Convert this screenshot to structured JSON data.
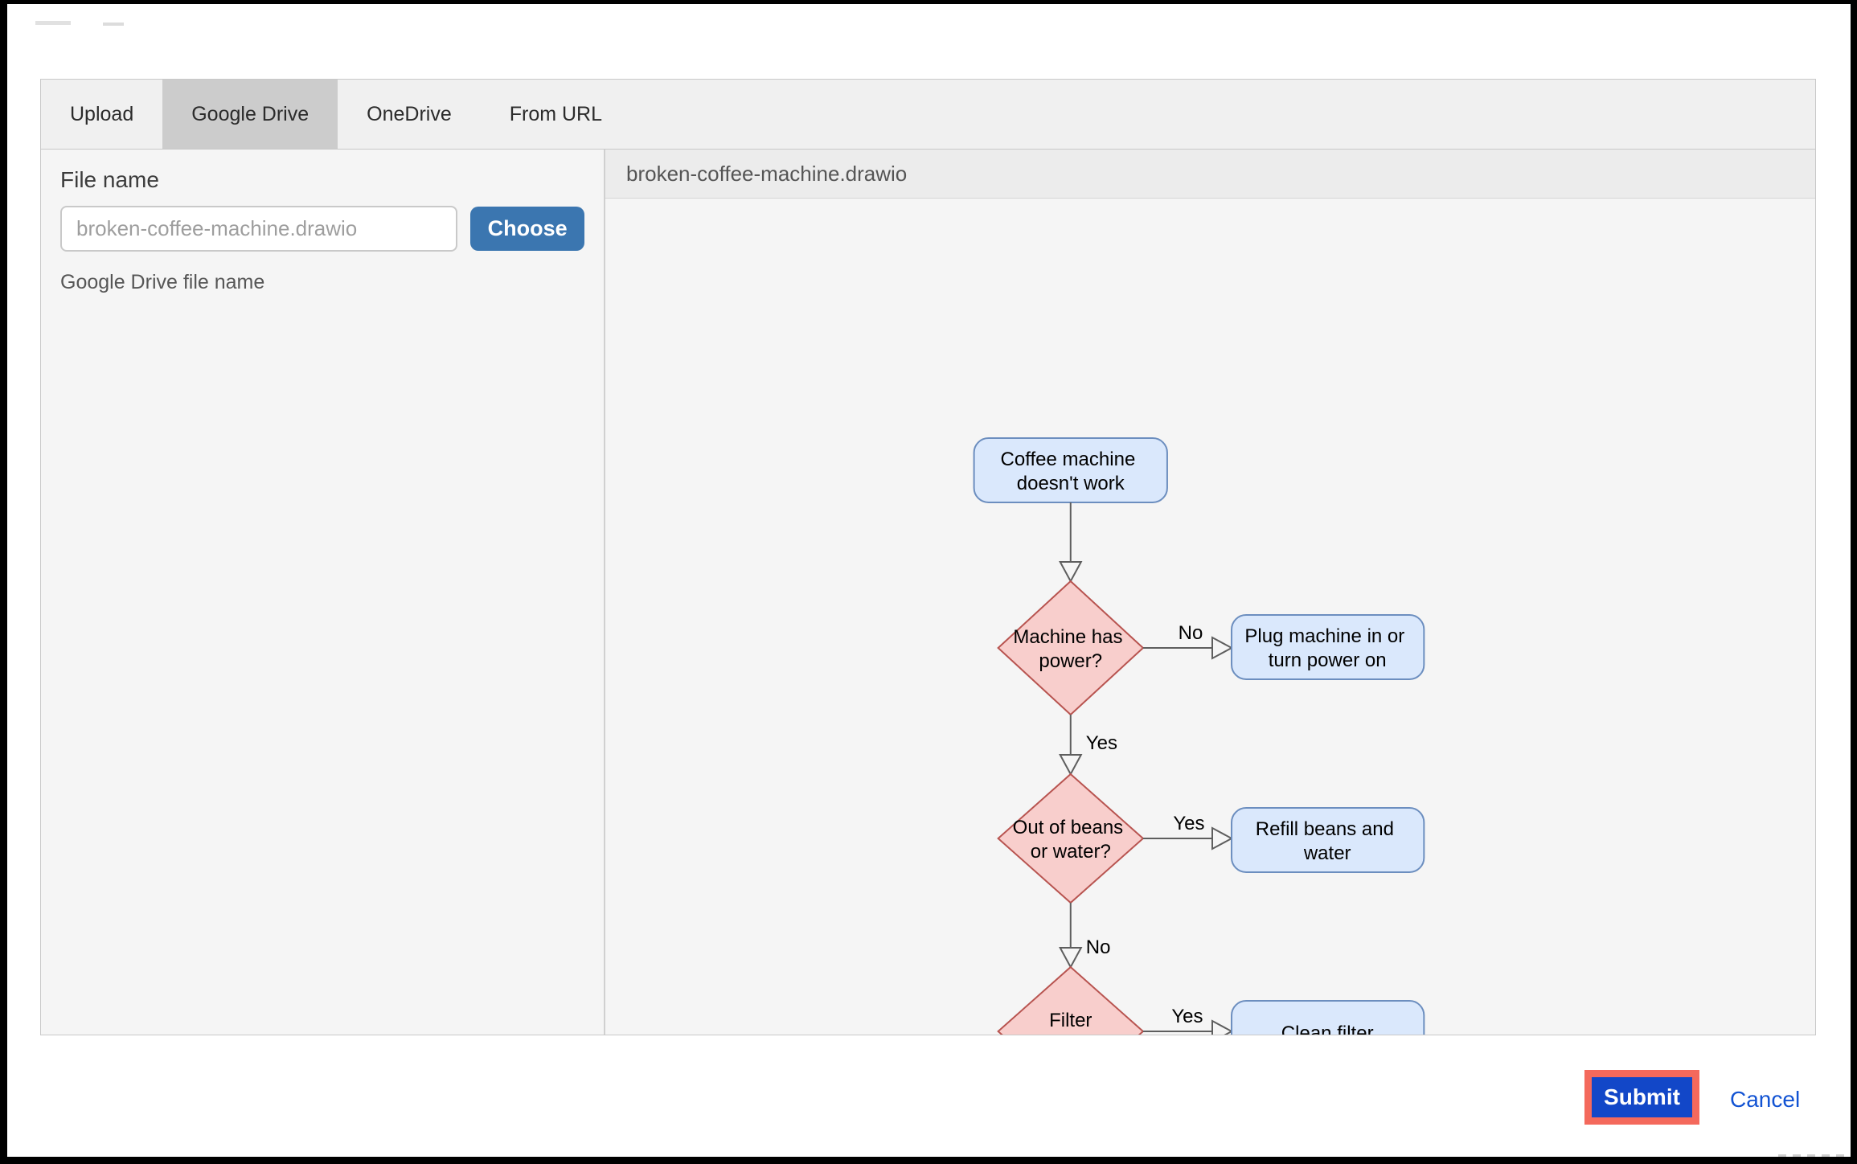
{
  "dialog": {
    "tabs": [
      {
        "label": "Upload",
        "selected": false
      },
      {
        "label": "Google Drive",
        "selected": true
      },
      {
        "label": "OneDrive",
        "selected": false
      },
      {
        "label": "From URL",
        "selected": false
      }
    ],
    "left_panel": {
      "file_name_label": "File name",
      "file_input": {
        "value": "",
        "placeholder": "broken-coffee-machine.drawio"
      },
      "choose_button_label": "Choose",
      "helper_text": "Google Drive file name"
    },
    "preview": {
      "filename": "broken-coffee-machine.drawio"
    }
  },
  "footer": {
    "submit_label": "Submit",
    "cancel_label": "Cancel"
  },
  "flowchart": {
    "nodes": [
      {
        "id": "start",
        "shape": "rounded-rect",
        "color": "blue",
        "lines": [
          "Coffee machine",
          "doesn't work"
        ]
      },
      {
        "id": "machine-has-power",
        "shape": "diamond",
        "color": "red",
        "lines": [
          "Machine has",
          "power?"
        ]
      },
      {
        "id": "plug-machine-in",
        "shape": "rounded-rect",
        "color": "blue",
        "lines": [
          "Plug machine in or",
          "turn power on"
        ]
      },
      {
        "id": "out-of-beans-or-water",
        "shape": "diamond",
        "color": "red",
        "lines": [
          "Out of beans",
          "or water?"
        ]
      },
      {
        "id": "refill-beans-and-water",
        "shape": "rounded-rect",
        "color": "blue",
        "lines": [
          "Refill beans and",
          "water"
        ]
      },
      {
        "id": "filter",
        "shape": "diamond",
        "color": "red",
        "lines": [
          "Filter"
        ]
      },
      {
        "id": "clean-filter",
        "shape": "rounded-rect",
        "color": "blue",
        "lines": [
          "Clean filter"
        ]
      }
    ],
    "edges": [
      {
        "from": "start",
        "to": "machine-has-power",
        "label": ""
      },
      {
        "from": "machine-has-power",
        "to": "plug-machine-in",
        "label": "No"
      },
      {
        "from": "machine-has-power",
        "to": "out-of-beans-or-water",
        "label": "Yes"
      },
      {
        "from": "out-of-beans-or-water",
        "to": "refill-beans-and-water",
        "label": "Yes"
      },
      {
        "from": "out-of-beans-or-water",
        "to": "filter",
        "label": "No"
      },
      {
        "from": "filter",
        "to": "clean-filter",
        "label": "Yes"
      }
    ]
  },
  "colors": {
    "tabbar_bg": "#f0f0f0",
    "tab_selected_bg": "#cccccc",
    "panel_bg": "#f5f5f5",
    "preview_header_bg": "#ececec",
    "choose_button_bg": "#3b76b0",
    "submit_button_bg": "#1247c8",
    "submit_highlight_border": "#f4695c",
    "cancel_link_text": "#1253d3",
    "node_blue_fill": "#dae8fc",
    "node_blue_stroke": "#6c8ebf",
    "node_red_fill": "#f8cecc",
    "node_red_stroke": "#b85450",
    "edge_stroke": "#5e5e5e"
  }
}
